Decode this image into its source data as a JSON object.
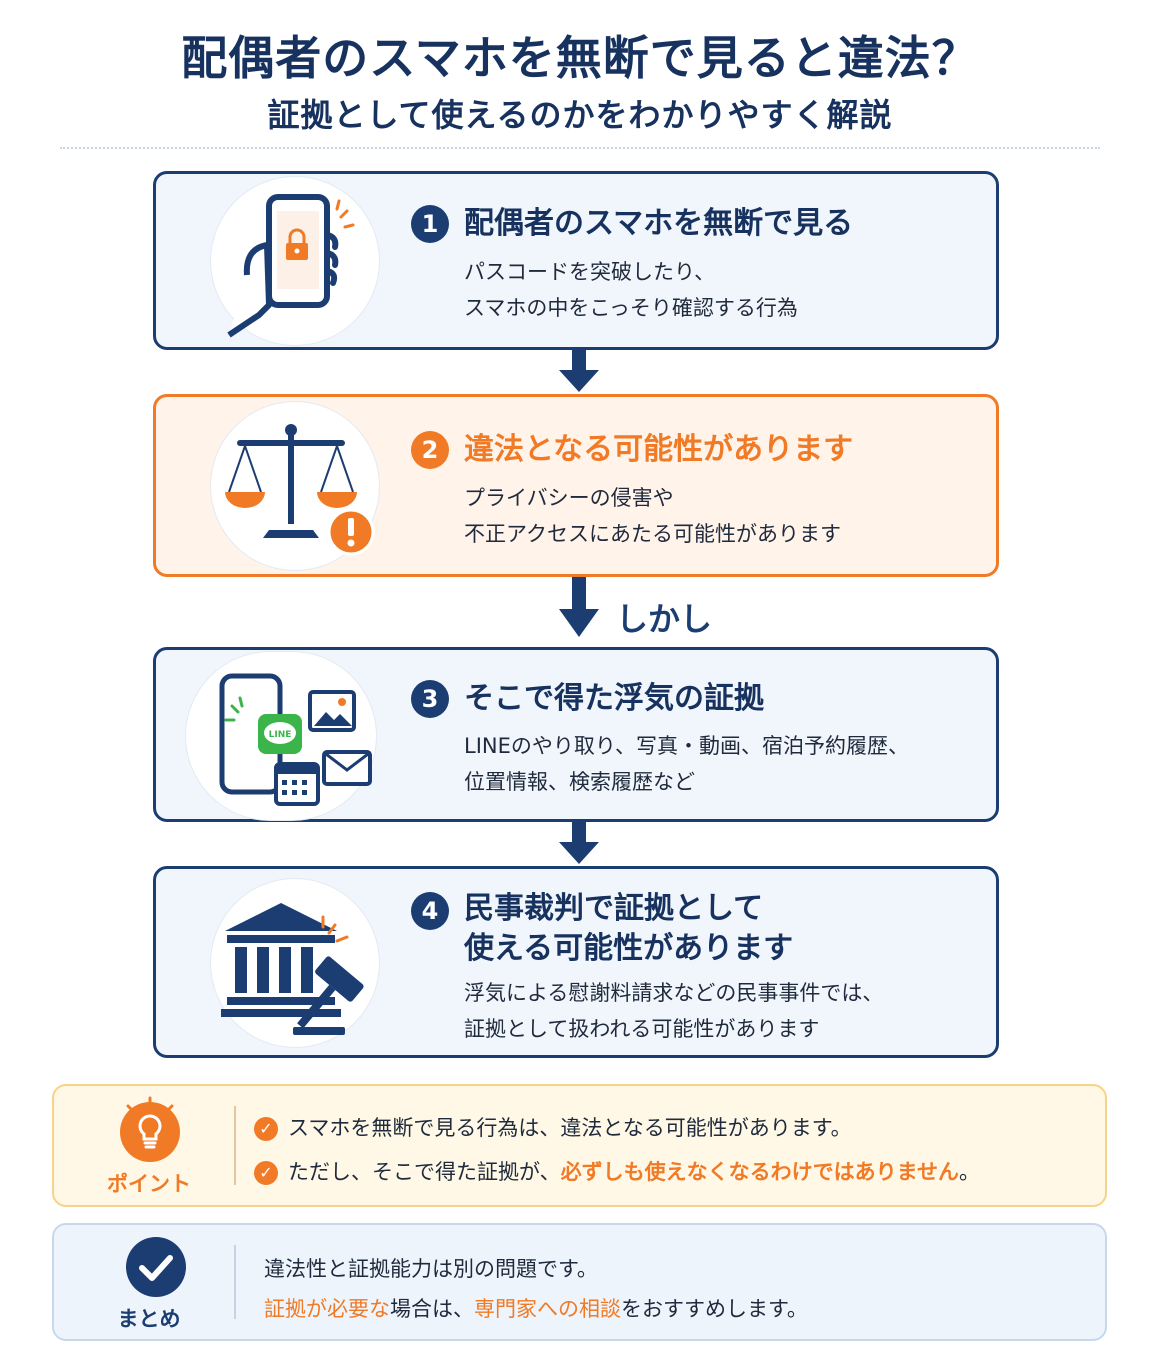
{
  "header": {
    "title": "配偶者のスマホを無断で見ると違法？",
    "subtitle": "証拠として使えるのかをわかりやすく解説"
  },
  "steps": [
    {
      "number": "1",
      "title": "配偶者のスマホを無断で見る",
      "body": [
        "パスコードを突破したり、",
        "スマホの中をこっそり確認する行為"
      ],
      "icon": "phone-lock-icon"
    },
    {
      "number": "2",
      "title": "違法となる可能性があります",
      "body": [
        "プライバシーの侵害や",
        "不正アクセスにあたる可能性があります"
      ],
      "icon": "scales-warning-icon"
    },
    {
      "number": "3",
      "title": "そこで得た浮気の証拠",
      "body": [
        "LINEのやり取り、写真・動画、宿泊予約履歴、",
        "位置情報、検索履歴など"
      ],
      "icon": "phone-evidence-icon",
      "line_badge": "LINE"
    },
    {
      "number": "4",
      "title_lines": [
        "民事裁判で証拠として",
        "使える可能性があります"
      ],
      "body": [
        "浮気による慰謝料請求などの民事事件では、",
        "証拠として扱われる可能性があります"
      ],
      "icon": "courthouse-gavel-icon"
    }
  ],
  "connector_text": "しかし",
  "point": {
    "label": "ポイント",
    "line1": "スマホを無断で見る行為は、違法となる可能性があります。",
    "line2_prefix": "ただし、そこで得た証拠が、",
    "line2_highlight": "必ずしも使えなくなるわけではありません",
    "line2_suffix": "。"
  },
  "summary": {
    "label": "まとめ",
    "line1": "違法性と証拠能力は別の問題です。",
    "line2_hl1": "証拠が必要な",
    "line2_mid": "場合は、",
    "line2_hl2": "専門家への相談",
    "line2_suffix": "をおすすめします。"
  },
  "colors": {
    "navy": "#1c3d72",
    "orange": "#f07a26",
    "green": "#3bb54a"
  }
}
